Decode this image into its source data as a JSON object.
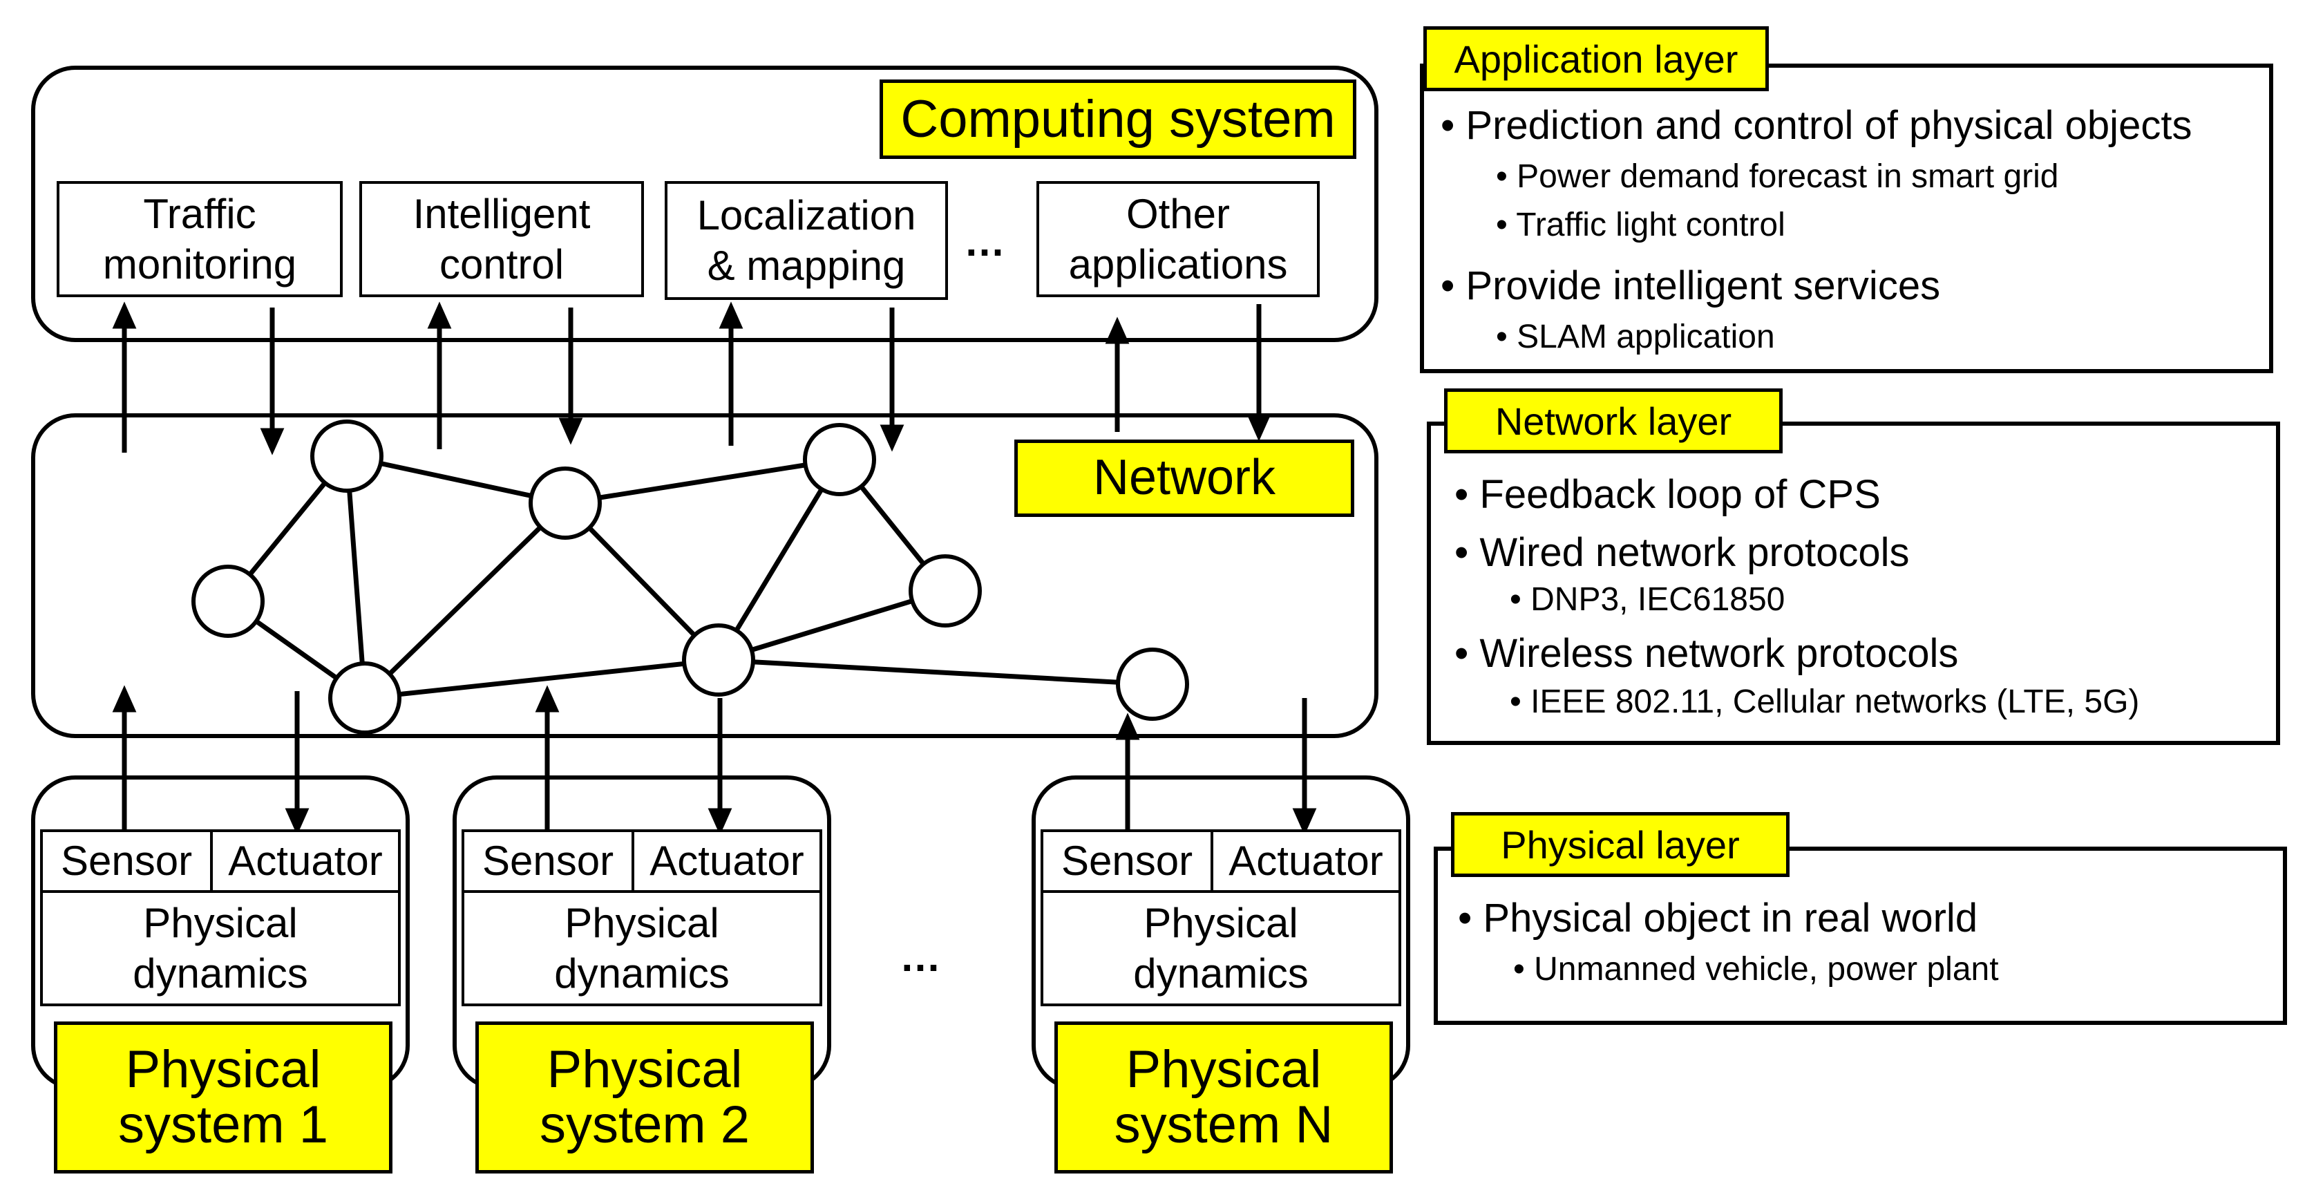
{
  "computing": {
    "title": "Computing system",
    "apps": [
      {
        "line1": "Traffic",
        "line2": "monitoring"
      },
      {
        "line1": "Intelligent",
        "line2": "control"
      },
      {
        "line1": "Localization",
        "line2": "& mapping"
      },
      {
        "line1": "Other",
        "line2": "applications"
      }
    ],
    "ellipsis": "…"
  },
  "network": {
    "title": "Network"
  },
  "physical_systems": {
    "items": [
      {
        "sensor": "Sensor",
        "actuator": "Actuator",
        "dyn1": "Physical",
        "dyn2": "dynamics",
        "name1": "Physical",
        "name2": "system 1"
      },
      {
        "sensor": "Sensor",
        "actuator": "Actuator",
        "dyn1": "Physical",
        "dyn2": "dynamics",
        "name1": "Physical",
        "name2": "system 2"
      },
      {
        "sensor": "Sensor",
        "actuator": "Actuator",
        "dyn1": "Physical",
        "dyn2": "dynamics",
        "name1": "Physical",
        "name2": "system N"
      }
    ],
    "ellipsis": "…"
  },
  "layers": {
    "application": {
      "label": "Application layer",
      "bullets": [
        {
          "text": "• Prediction and control of physical objects",
          "level": 1
        },
        {
          "text": "• Power demand forecast in smart grid",
          "level": 2
        },
        {
          "text": "• Traffic light control",
          "level": 2
        },
        {
          "text": "• Provide intelligent services",
          "level": 1
        },
        {
          "text": "•  SLAM application",
          "level": 2
        }
      ]
    },
    "network": {
      "label": "Network layer",
      "bullets": [
        {
          "text": "• Feedback loop of CPS",
          "level": 1
        },
        {
          "text": "• Wired network protocols",
          "level": 1
        },
        {
          "text": "• DNP3, IEC61850",
          "level": 2
        },
        {
          "text": "• Wireless network protocols",
          "level": 1
        },
        {
          "text": "•  IEEE 802.11, Cellular networks (LTE, 5G)",
          "level": 2
        }
      ]
    },
    "physical": {
      "label": "Physical layer",
      "bullets": [
        {
          "text": "• Physical object in real world",
          "level": 1
        },
        {
          "text": "• Unmanned vehicle,  power plant",
          "level": 2
        }
      ]
    }
  },
  "colors": {
    "highlight": "#FFFF00",
    "line": "#000000",
    "background": "#FFFFFF"
  }
}
